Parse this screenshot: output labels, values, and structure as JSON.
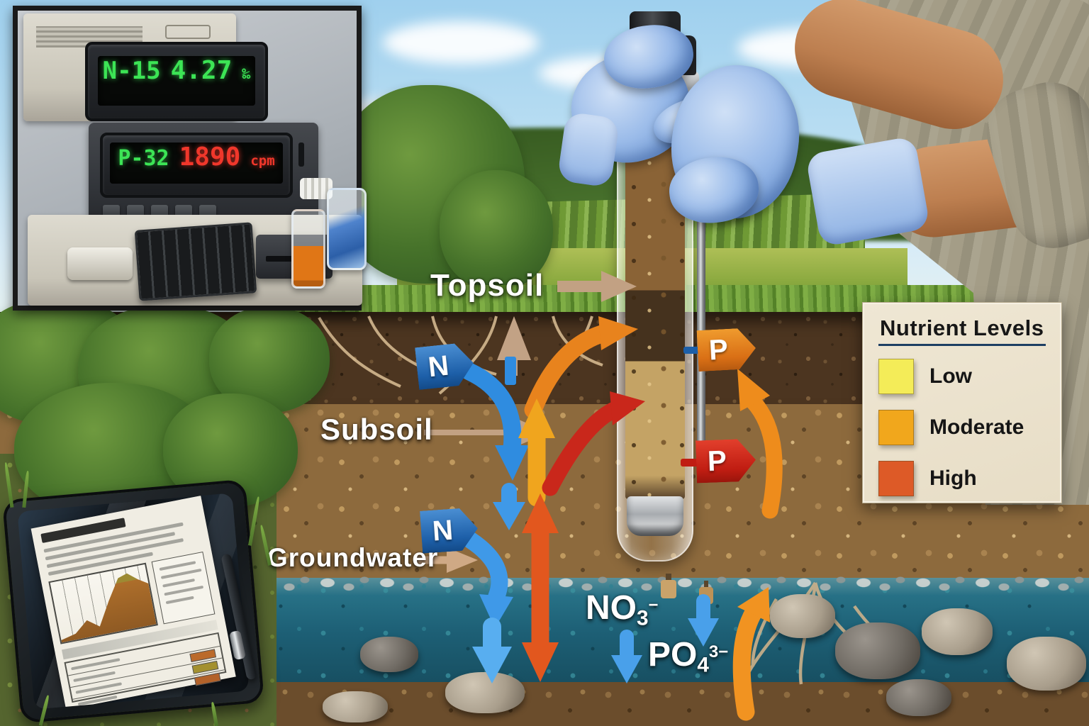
{
  "inset_lab": {
    "display1": {
      "isotope": "N-15",
      "value": "4.27",
      "unit": "‰"
    },
    "display2": {
      "isotope": "P-32",
      "value": "1890",
      "unit": "cpm"
    }
  },
  "soil_labels": {
    "topsoil": "Topsoil",
    "subsoil": "Subsoil",
    "groundwater": "Groundwater"
  },
  "nutrient_badges": {
    "nitrogen": "N",
    "phosphorus": "P"
  },
  "chemical_labels": {
    "nitrate": {
      "formula": "NO",
      "subscript": "3",
      "superscript": "−"
    },
    "phosphate": {
      "formula": "PO",
      "subscript": "4",
      "superscript": "3−"
    }
  },
  "legend": {
    "title": "Nutrient Levels",
    "items": [
      {
        "label": "Low",
        "color": "#f4ec58"
      },
      {
        "label": "Moderate",
        "color": "#f1a71c"
      },
      {
        "label": "High",
        "color": "#dd5a27"
      }
    ]
  },
  "tablet_report": {
    "swatches": [
      "#bb6a2b",
      "#a3902f",
      "#b3622a"
    ]
  },
  "colors": {
    "nitrogen_arrow": "#2f8ce0",
    "phosphorus_arrow_orange": "#e8831d",
    "phosphorus_arrow_red": "#c9271b",
    "upward_flux_amber": "#f0a51e",
    "vertical_flux_orange": "#e2571e",
    "label_arrow_tan": "#c2a183",
    "groundwater": "#1f6f82"
  }
}
